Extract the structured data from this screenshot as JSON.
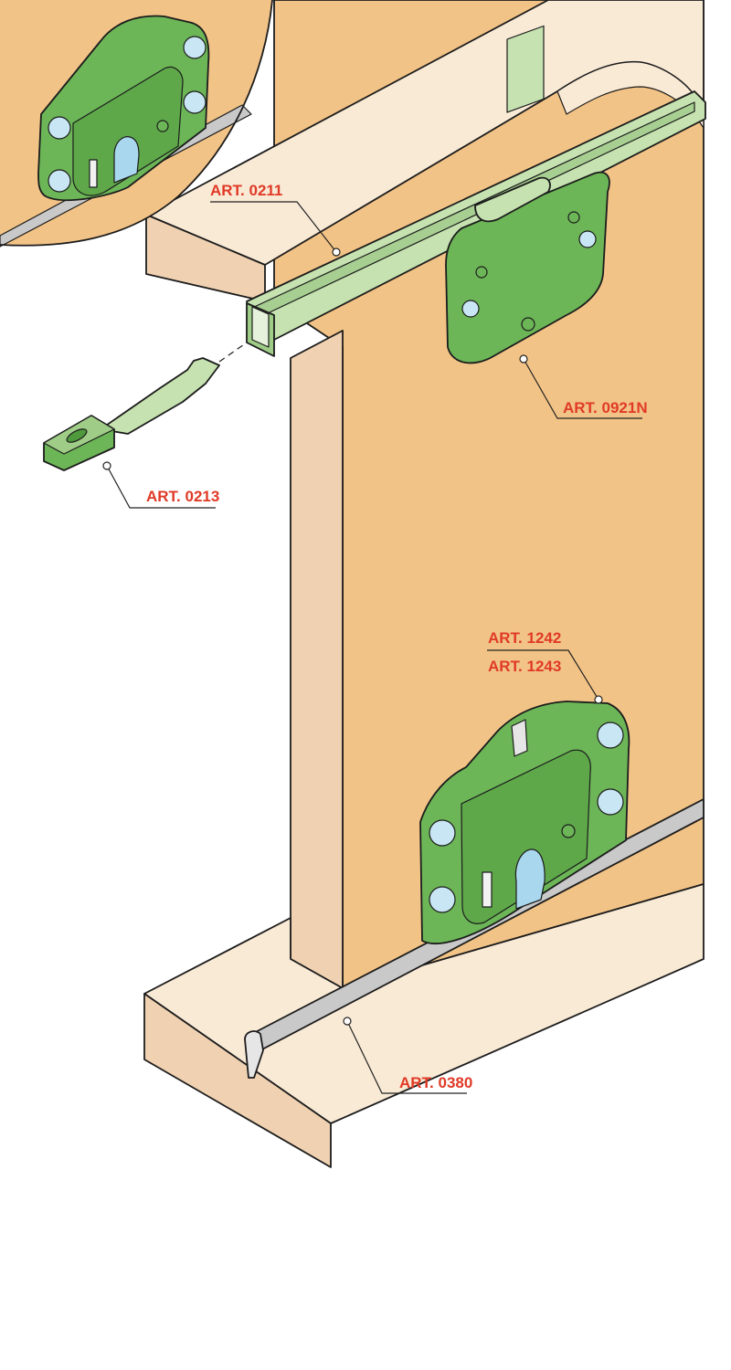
{
  "colors": {
    "door_face": "#f2c386",
    "wood_light": "#f7e3c8",
    "wood_edge": "#f0d2b2",
    "hardware_green": "#6cb657",
    "hardware_green_light": "#c6e2b0",
    "rail_gray": "#c9c9c9",
    "hole_blue": "#a9d8ee",
    "label_red": "#e03a26"
  },
  "labels": {
    "art_0211": "ART. 0211",
    "art_0921n": "ART. 0921N",
    "art_0213": "ART. 0213",
    "art_1242": "ART. 1242",
    "art_1243": "ART. 1243",
    "art_0380": "ART. 0380"
  }
}
